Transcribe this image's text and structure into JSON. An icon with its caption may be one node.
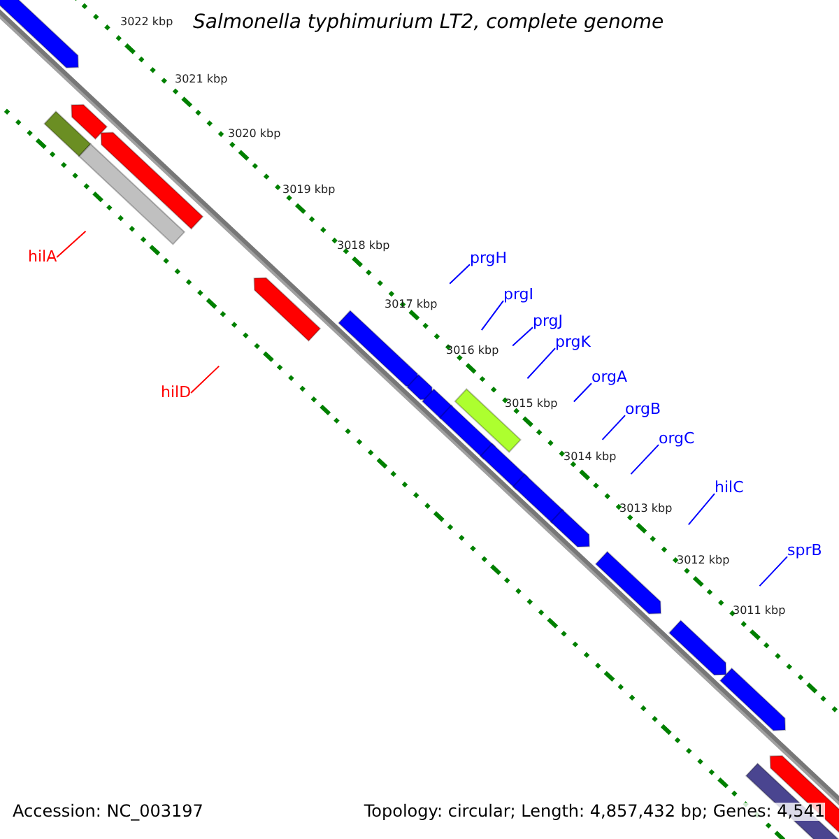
{
  "diagram": {
    "title": "Salmonella typhimurium LT2, complete genome",
    "nodes": [
      {
        "text": [
          "prgH"
        ]
      },
      {
        "text": [
          "hilA"
        ]
      },
      {
        "text": [
          "prgI"
        ]
      },
      {
        "text": [
          "prgJ"
        ]
      },
      {
        "text": [
          "prgK"
        ]
      },
      {
        "text": [
          "orgA"
        ]
      },
      {
        "text": [
          "hilD"
        ]
      },
      {
        "text": [
          "orgB"
        ]
      },
      {
        "text": [
          "orgC"
        ]
      },
      {
        "text": [
          "hilC"
        ]
      },
      {
        "text": [
          "sprB"
        ]
      }
    ],
    "edges": [
      {
        "from": 0,
        "to": null,
        "arrow": "none"
      },
      {
        "from": 1,
        "to": null,
        "arrow": "none",
        "color": "#ff0000"
      },
      {
        "from": 2,
        "to": null,
        "arrow": "none"
      },
      {
        "from": 3,
        "to": null,
        "arrow": "none"
      },
      {
        "from": 4,
        "to": null,
        "arrow": "none"
      },
      {
        "from": 5,
        "to": null,
        "arrow": "none"
      },
      {
        "from": 6,
        "to": null,
        "arrow": "none",
        "color": "#ff0000"
      },
      {
        "from": 7,
        "to": null,
        "arrow": "none"
      },
      {
        "from": 8,
        "to": null,
        "arrow": "none"
      },
      {
        "from": 9,
        "to": null,
        "arrow": "none"
      },
      {
        "from": 10,
        "to": null,
        "arrow": "none"
      }
    ],
    "labels": [
      "3022 kbp",
      "3021 kbp",
      "3020 kbp",
      "3019 kbp",
      "3018 kbp",
      "3017 kbp",
      "3016 kbp",
      "3015 kbp",
      "3014 kbp",
      "3013 kbp",
      "3012 kbp",
      "3011 kbp",
      "Accession: NC_003197",
      "Topology: circular; Length: 4,857,432 bp; Genes: 4,541"
    ]
  }
}
